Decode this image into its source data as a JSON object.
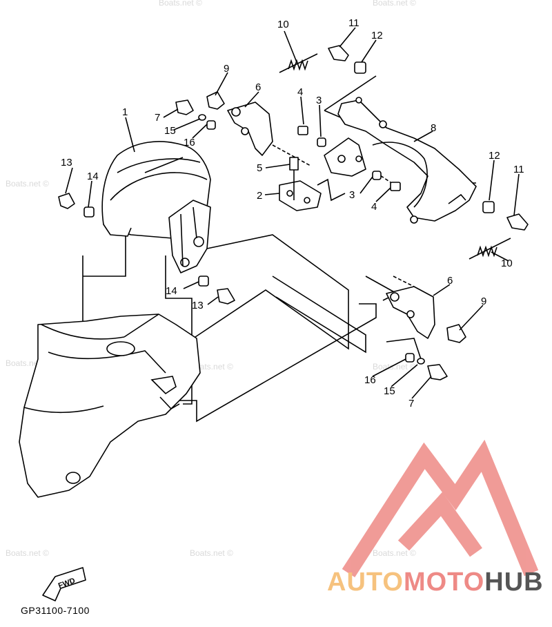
{
  "diagram": {
    "callouts": [
      {
        "id": "c10a",
        "text": "10"
      },
      {
        "id": "c11a",
        "text": "11"
      },
      {
        "id": "c12a",
        "text": "12"
      },
      {
        "id": "c9a",
        "text": "9"
      },
      {
        "id": "c6a",
        "text": "6"
      },
      {
        "id": "c4a",
        "text": "4"
      },
      {
        "id": "c3a",
        "text": "3"
      },
      {
        "id": "c8",
        "text": "8"
      },
      {
        "id": "c1",
        "text": "1"
      },
      {
        "id": "c7a",
        "text": "7"
      },
      {
        "id": "c15a",
        "text": "15"
      },
      {
        "id": "c16a",
        "text": "16"
      },
      {
        "id": "c5",
        "text": "5"
      },
      {
        "id": "c2",
        "text": "2"
      },
      {
        "id": "c3b",
        "text": "3"
      },
      {
        "id": "c4b",
        "text": "4"
      },
      {
        "id": "c13a",
        "text": "13"
      },
      {
        "id": "c14a",
        "text": "14"
      },
      {
        "id": "c12b",
        "text": "12"
      },
      {
        "id": "c11b",
        "text": "11"
      },
      {
        "id": "c10b",
        "text": "10"
      },
      {
        "id": "c14b",
        "text": "14"
      },
      {
        "id": "c13b",
        "text": "13"
      },
      {
        "id": "c6b",
        "text": "6"
      },
      {
        "id": "c9b",
        "text": "9"
      },
      {
        "id": "c16b",
        "text": "16"
      },
      {
        "id": "c15b",
        "text": "15"
      },
      {
        "id": "c7b",
        "text": "7"
      }
    ],
    "fwd_label": "FWD",
    "diagram_code": "GP31100-7100",
    "watermark_text": "Boats.net ©"
  },
  "brand": {
    "part1": "AUTO",
    "part2": "MOTO",
    "part3": "HUB",
    "colors": {
      "auto": "#f6c27e",
      "moto": "#ee8a86",
      "hub": "#555555",
      "logo": "#ee8a86"
    }
  }
}
